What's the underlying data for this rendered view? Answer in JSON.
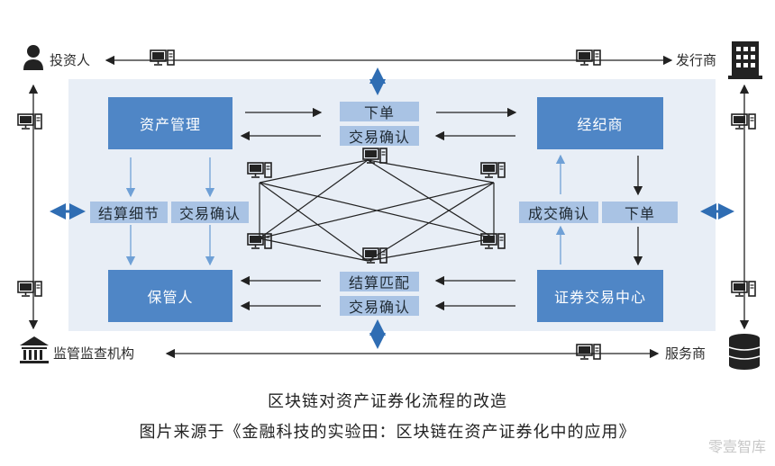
{
  "corners": {
    "investor": "投资人",
    "issuer": "发行商",
    "regulator": "监管监查机构",
    "service_provider": "服务商"
  },
  "boxes": {
    "asset_management": "资产管理",
    "broker": "经纪商",
    "custodian": "保管人",
    "exchange_center": "证券交易中心",
    "order_top": "下单",
    "trade_confirm_top": "交易确认",
    "settlement_detail": "结算细节",
    "trade_confirm_left": "交易确认",
    "deal_confirm": "成交确认",
    "order_right": "下单",
    "settlement_match": "结算匹配",
    "trade_confirm_bottom": "交易确认"
  },
  "caption": {
    "line1": "区块链对资产证券化流程的改造",
    "line2": "图片来源于《金融科技的实验田：区块链在资产证券化中的应用》"
  },
  "watermark": "零壹智库",
  "colors": {
    "dark_box": "#4f86c6",
    "light_box": "#a9c3e4",
    "panel": "#e8eef6",
    "accent_arrow": "#2f6db3"
  }
}
